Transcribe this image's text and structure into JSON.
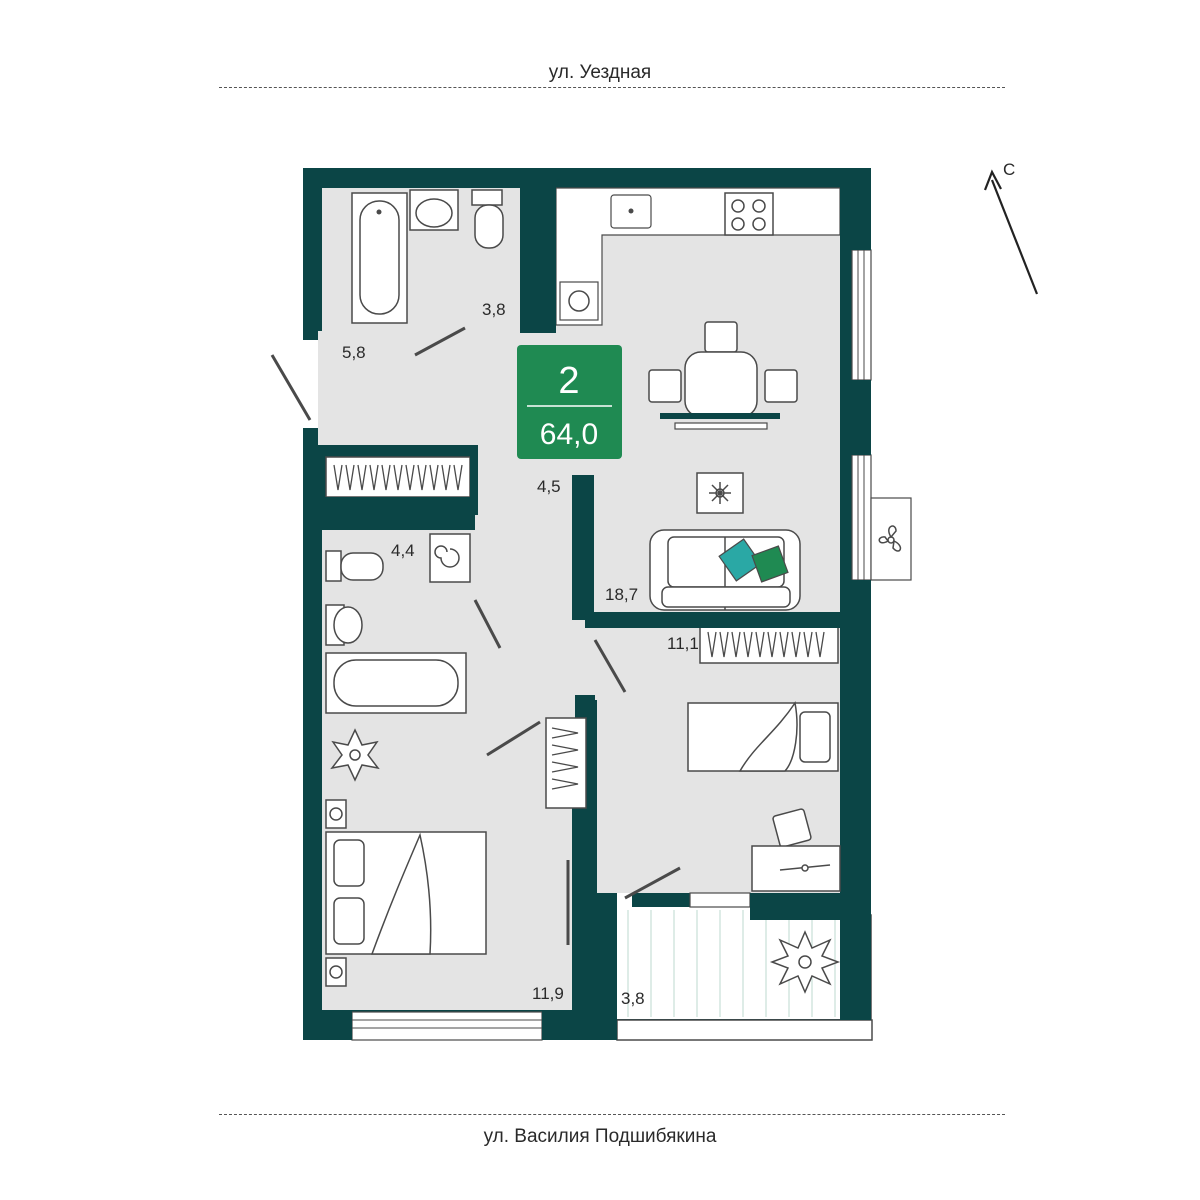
{
  "streets": {
    "top": "ул. Уездная",
    "bottom": "ул. Василия Подшибякина"
  },
  "compass": {
    "label": "С"
  },
  "badge": {
    "rooms": "2",
    "area": "64,0"
  },
  "rooms": {
    "bathroom": "3,8",
    "hallway": "5,8",
    "corridor": "4,5",
    "bathroom2": "4,4",
    "living_kitchen": "18,7",
    "bedroom_small": "11,1",
    "bedroom_master": "11,9",
    "balcony": "3,8"
  },
  "colors": {
    "wall": "#0b4546",
    "floor": "#e4e4e4",
    "badge": "#1f8a52",
    "outline": "#4a4a4a"
  }
}
